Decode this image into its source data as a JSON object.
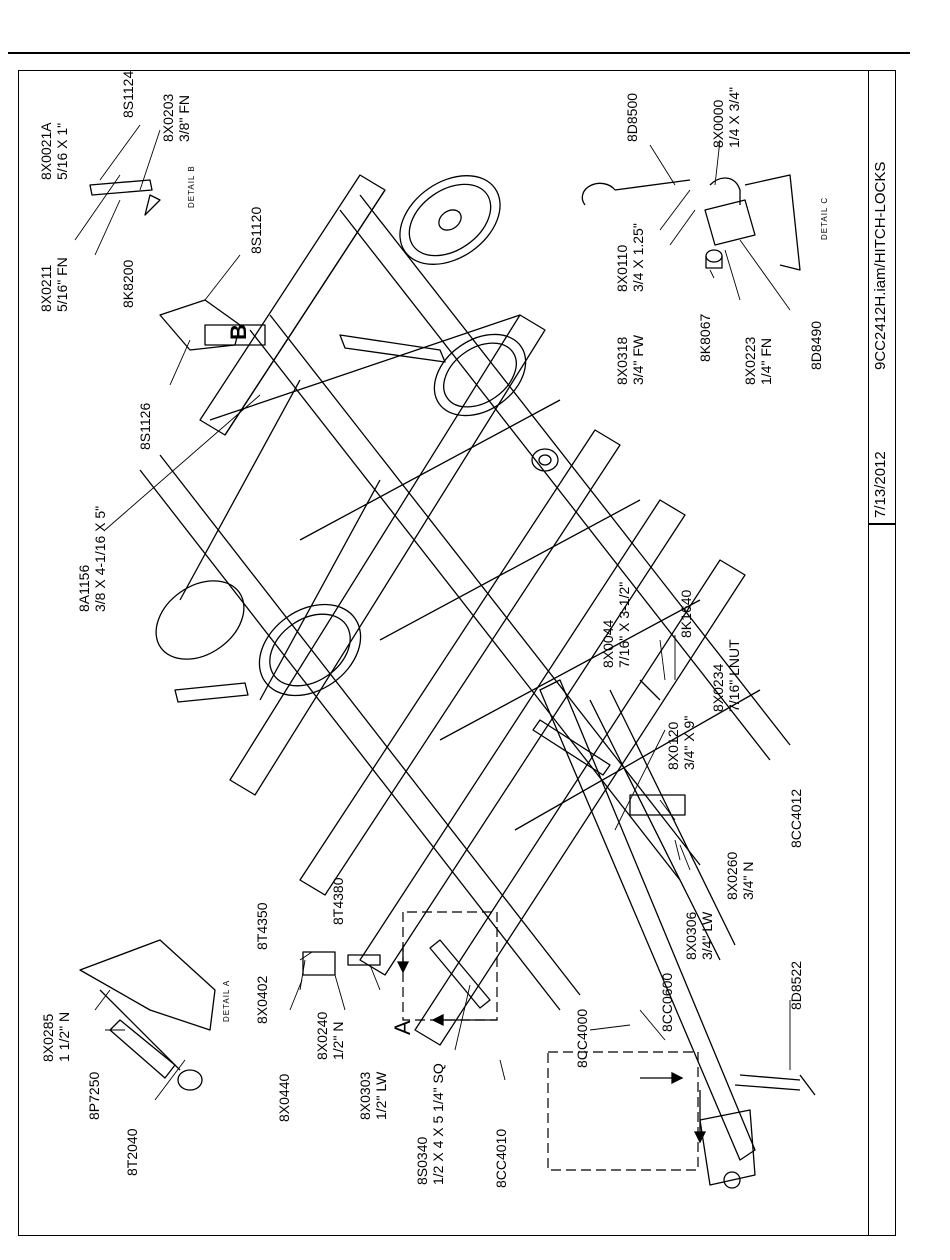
{
  "title_block": {
    "drawing_name": "9CC2412H.iam/HITCH-LOCKS",
    "date": "7/13/2012"
  },
  "details": {
    "a": "DETAIL  A",
    "b": "DETAIL  B",
    "c": "DETAIL  C",
    "callout_a": "A",
    "callout_b": "B"
  },
  "parts": {
    "p8X0021A": {
      "number": "8X0021A",
      "size": "5/16 X 1\""
    },
    "p8S1124": {
      "number": "8S1124"
    },
    "p8X0203": {
      "number": "8X0203",
      "size": "3/8\" FN"
    },
    "p8X0211": {
      "number": "8X0211",
      "size": "5/16\" FN"
    },
    "p8K8200": {
      "number": "8K8200"
    },
    "p8S1120": {
      "number": "8S1120"
    },
    "p8S1126": {
      "number": "8S1126"
    },
    "p8A1156": {
      "number": "8A1156",
      "size": "3/8 X 4-1/16 X 5\""
    },
    "p8D8500": {
      "number": "8D8500"
    },
    "p8X0000": {
      "number": "8X0000",
      "size": "1/4 X 3/4\""
    },
    "p8X0110": {
      "number": "8X0110",
      "size": "3/4 X 1.25\""
    },
    "p8X0318": {
      "number": "8X0318",
      "size": "3/4\" FW"
    },
    "p8K8067": {
      "number": "8K8067"
    },
    "p8X0223": {
      "number": "8X0223",
      "size": "1/4\" FN"
    },
    "p8D8490": {
      "number": "8D8490"
    },
    "p8X0044": {
      "number": "8X0044",
      "size": "7/16\" X 3-1/2\""
    },
    "p8K1640": {
      "number": "8K1640"
    },
    "p8X0234": {
      "number": "8X0234",
      "size": "7/16\" LNUT"
    },
    "p8X0120": {
      "number": "8X0120",
      "size": "3/4\" X 9\""
    },
    "p8CC4012": {
      "number": "8CC4012"
    },
    "p8X0306": {
      "number": "8X0306",
      "size": "3/4\" LW"
    },
    "p8X0260": {
      "number": "8X0260",
      "size": "3/4\" N"
    },
    "p8D8522": {
      "number": "8D8522"
    },
    "p8CC0600": {
      "number": "8CC0600"
    },
    "p8CC4000": {
      "number": "8CC4000"
    },
    "p8CC4010": {
      "number": "8CC4010"
    },
    "p8S0340": {
      "number": "8S0340",
      "size": "1/2 X 4 X 5 1/4\" SQ"
    },
    "p8X0303": {
      "number": "8X0303",
      "size": "1/2\" LW"
    },
    "p8X0240": {
      "number": "8X0240",
      "size": "1/2\" N"
    },
    "p8T4380": {
      "number": "8T4380"
    },
    "p8T4350": {
      "number": "8T4350"
    },
    "p8X0402": {
      "number": "8X0402"
    },
    "p8X0440": {
      "number": "8X0440"
    },
    "p8X0285": {
      "number": "8X0285",
      "size": "1 1/2\" N"
    },
    "p8P7250": {
      "number": "8P7250"
    },
    "p8T2040": {
      "number": "8T2040"
    }
  }
}
